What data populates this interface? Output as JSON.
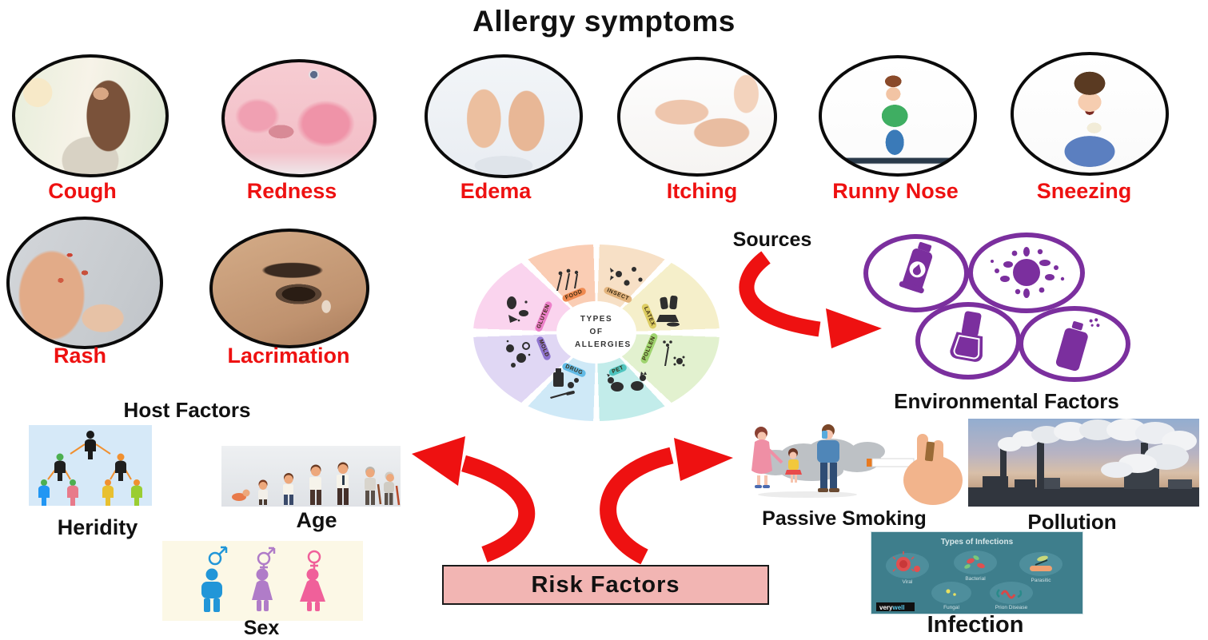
{
  "title": "Allergy symptoms",
  "symptoms": [
    {
      "label": "Cough"
    },
    {
      "label": "Redness"
    },
    {
      "label": "Edema"
    },
    {
      "label": "Itching"
    },
    {
      "label": "Runny Nose"
    },
    {
      "label": "Sneezing"
    },
    {
      "label": "Rash"
    },
    {
      "label": "Lacrimation"
    }
  ],
  "wheel": {
    "center": "TYPES OF ALLERGIES",
    "slices": [
      {
        "label": "FOOD"
      },
      {
        "label": "INSECT"
      },
      {
        "label": "LATEX"
      },
      {
        "label": "POLLEN"
      },
      {
        "label": "PET"
      },
      {
        "label": "DRUG"
      },
      {
        "label": "MOLD"
      },
      {
        "label": "GLUTEN"
      }
    ]
  },
  "sources": {
    "label": "Sources",
    "icons": [
      "cream-tube",
      "paint-splash",
      "nail-polish",
      "spray-can"
    ]
  },
  "environmental": {
    "heading": "Environmental Factors",
    "items": [
      {
        "label": "Passive Smoking"
      },
      {
        "label": "Pollution"
      },
      {
        "label": "Infection"
      }
    ]
  },
  "host": {
    "heading": "Host Factors",
    "items": [
      {
        "label": "Heridity"
      },
      {
        "label": "Age"
      },
      {
        "label": "Sex"
      }
    ]
  },
  "risk": {
    "label": "Risk Factors"
  },
  "infection_panel": {
    "title": "Types of Infections",
    "types": [
      "Viral",
      "Bacterial",
      "Parasitic",
      "Fungal",
      "Prion Disease"
    ],
    "brand": {
      "very": "very",
      "well": "well"
    }
  },
  "colors": {
    "symptom_label": "#ee1111",
    "arrow_red": "#ee1111",
    "source_purple": "#7b2f9e",
    "risk_box_fill": "#f2b5b3",
    "infection_bg": "#3e7e8c"
  }
}
